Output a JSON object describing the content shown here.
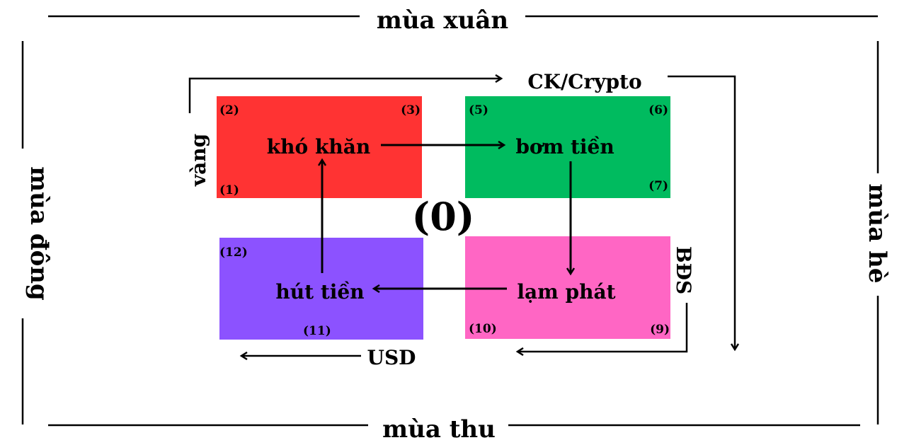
{
  "seasons": {
    "top": "mùa xuân",
    "bottom": "mùa thu",
    "left": "mùa đông",
    "right": "mùa hè"
  },
  "center_label": "(0)",
  "quadrants": [
    {
      "label": "khó khăn",
      "color": "#ff3333",
      "numbers": [
        "(1)",
        "(2)",
        "(3)"
      ]
    },
    {
      "label": "bơm tiền",
      "color": "#00bb5f",
      "numbers": [
        "(5)",
        "(6)",
        "(7)"
      ]
    },
    {
      "label": "lạm phát",
      "color": "#ff66c4",
      "numbers": [
        "(9)",
        "(10)"
      ]
    },
    {
      "label": "hút tiền",
      "color": "#8c52ff",
      "numbers": [
        "(11)",
        "(12)"
      ]
    }
  ],
  "assets": {
    "gold": "vàng",
    "stocks": "CK/Crypto",
    "real_estate": "BĐS",
    "usd": "USD"
  }
}
